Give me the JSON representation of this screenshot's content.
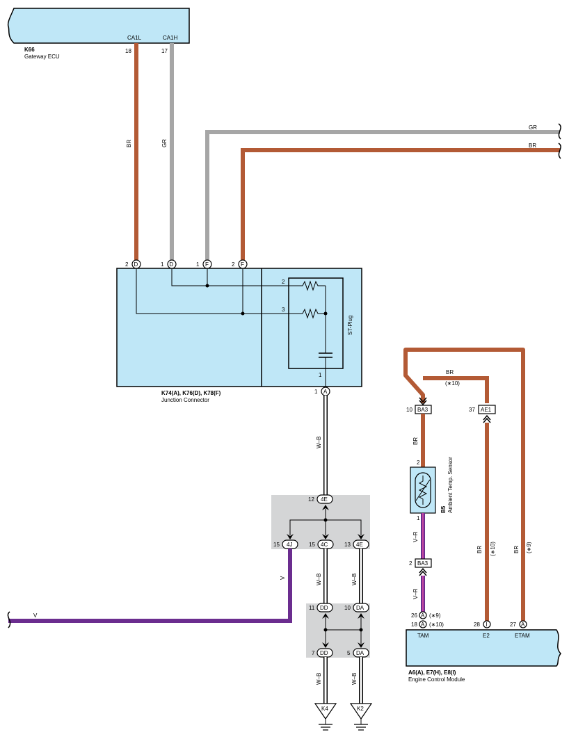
{
  "colors": {
    "brown": "#b35a35",
    "gray": "#a6a6a6",
    "violet": "#6b2d8f",
    "violet_red": "#c94aa3",
    "white_black": "#ffffff",
    "component_fill": "#bfe7f7",
    "splice_fill": "#d4d5d6"
  },
  "gateway_ecu": {
    "code": "K66",
    "name": "Gateway ECU",
    "pin_ca1l": "CA1L",
    "pin_ca1h": "CA1H",
    "num_ca1l": "18",
    "num_ca1h": "17"
  },
  "junction_connector": {
    "codes": "K74(A), K76(D), K78(F)",
    "name": "Junction Connector",
    "st_plug": "ST-Plug",
    "pins": {
      "d2": "2",
      "d1": "1",
      "f1": "1",
      "f2": "2",
      "a1": "1"
    },
    "pin_letters": {
      "d": "D",
      "f": "F",
      "a": "A"
    },
    "internal": {
      "n2": "2",
      "n3": "3",
      "n1": "1"
    }
  },
  "wire_labels": {
    "br": "BR",
    "gr": "GR",
    "wb": "W–B",
    "v": "V",
    "vr": "V–R"
  },
  "splice_upper": {
    "top_num": "12",
    "top_tag": "4E",
    "left_num": "15",
    "left_tag": "4J",
    "mid_num": "15",
    "mid_tag": "4C",
    "right_num": "13",
    "right_tag": "4E"
  },
  "splice_lower": {
    "left_top_num": "11",
    "left_top_tag": "DD",
    "right_top_num": "10",
    "right_top_tag": "DA",
    "left_bot_num": "7",
    "left_bot_tag": "DD",
    "right_bot_num": "5",
    "right_bot_tag": "DA"
  },
  "grounds": {
    "k4": "K4",
    "k2": "K2"
  },
  "sensor": {
    "code": "B5",
    "name": "Ambient Temp. Sensor",
    "pin2": "2",
    "pin1": "1"
  },
  "connectors": {
    "ba3_top_num": "10",
    "ba3_top": "BA3",
    "ae1_num": "37",
    "ae1": "AE1",
    "ba3_bot_num": "2",
    "ba3_bot": "BA3"
  },
  "notes": {
    "n9": "(∗9)",
    "n10": "(∗10)"
  },
  "ecm": {
    "codes": "A6(A), E7(H), E8(I)",
    "name": "Engine Control Module",
    "tam": "TAM",
    "e2": "E2",
    "etam": "ETAM",
    "pin26": "26",
    "pin18": "18",
    "pin28": "28",
    "pin27": "27",
    "letter_a": "A",
    "letter_i": "I"
  }
}
